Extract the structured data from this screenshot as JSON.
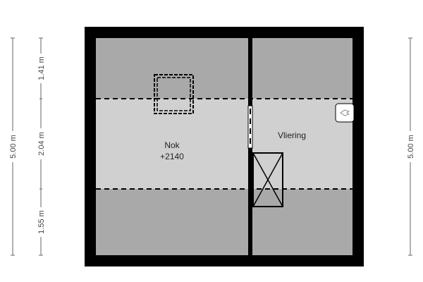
{
  "dimensions": {
    "left_total": "5.00 m",
    "left_segments": [
      "1.41 m",
      "2.04 m",
      "1.55 m"
    ],
    "right_total": "5.00 m"
  },
  "rooms": {
    "nok_label": "Nok",
    "nok_height": "+2140",
    "vliering_label": "Vliering"
  },
  "colors": {
    "wall": "#000000",
    "low_area": "#a9a9a9",
    "high_area": "#d0d0d0",
    "dimension_line": "#666666"
  }
}
